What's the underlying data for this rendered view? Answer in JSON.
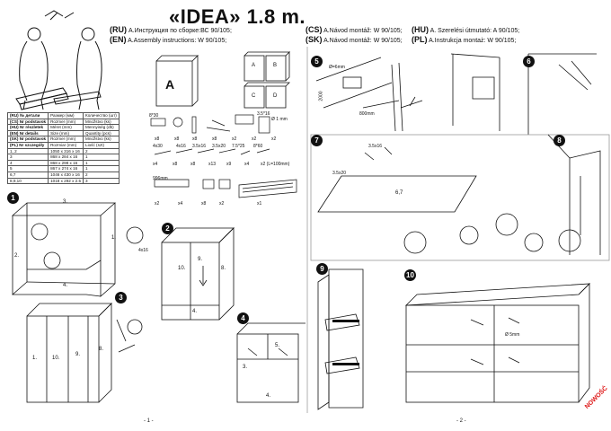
{
  "header": {
    "title": "«IDEA» 1.8 m.",
    "instructions": [
      {
        "code": "(RU)",
        "text": "А.Инструкция по сборке:ВС 90/105;"
      },
      {
        "code": "(CS)",
        "text": "A.Návod montáž: W 90/105;"
      },
      {
        "code": "(HU)",
        "text": "A. Szerelési útmutató: A 90/105;"
      },
      {
        "code": "(EN)",
        "text": "A.Assembly instructions: W 90/105;"
      },
      {
        "code": "(SK)",
        "text": "A.Návod montáž: W 90/105;"
      },
      {
        "code": "(PL)",
        "text": "A.Instrukcja montaż: W 90/105;"
      }
    ]
  },
  "panel_labels": {
    "a_big": "A",
    "a_small": "A",
    "b": "B",
    "c": "C",
    "d": "D"
  },
  "parts_table": {
    "rows": [
      [
        "(RU) № детали",
        "Размер (мм)",
        "Количество (шт)"
      ],
      [
        "(CS) Nr podstavok",
        "Rozmer (mm)",
        "Množstvo (ks)"
      ],
      [
        "(HU) Nr részletek",
        "Méret (mm)",
        "Mennyiség (db)"
      ],
      [
        "(EN) Nr details",
        "Size (mm)",
        "Quantity (pcs)"
      ],
      [
        "(SK) Nr podstavok",
        "Rozmer (mm)",
        "Množstvo (ks)"
      ],
      [
        "(PL) Nr szczegóły",
        "Rozmiar (mm)",
        "Liość (szt)"
      ],
      [
        "1, 2",
        "1050 x 316 x 16",
        "2"
      ],
      [
        "3",
        "868 x 284 x 16",
        "1"
      ],
      [
        "4",
        "868 x 298 x 16",
        "1"
      ],
      [
        "5",
        "867 x 274 x 16",
        "1"
      ],
      [
        "6,7",
        "1046 x 430 x 16",
        "2"
      ],
      [
        "8,9,10",
        "1018 x 292 x 2.5",
        "3"
      ]
    ]
  },
  "hardware": {
    "row1": [
      "x8",
      "x8",
      "x8",
      "x8",
      "x2",
      "x2",
      "x2"
    ],
    "row1_sizes": [
      "8*30",
      "Ø 1 mm",
      "3.5*16"
    ],
    "row2_sizes": [
      "4x30",
      "4x16",
      "3.5x16",
      "3.5x20",
      "7.5*25",
      "8*60",
      "996mm"
    ],
    "row2": [
      "x4",
      "x8",
      "x8",
      "x13",
      "x9",
      "x4",
      "x2 (L=100mm)"
    ],
    "row3": [
      "x2",
      "x4",
      "x8",
      "x2",
      "x1"
    ]
  },
  "steps": {
    "left": [
      "1",
      "2",
      "3",
      "4"
    ],
    "right": [
      "5",
      "6",
      "7",
      "8",
      "9",
      "10"
    ]
  },
  "step_labels": {
    "s1": [
      "3.",
      "2.",
      "1.",
      "4.",
      "4x16"
    ],
    "s2": [
      "10.",
      "9.",
      "8.",
      "4."
    ],
    "s3": [
      "1.",
      "10.",
      "9.",
      "8."
    ],
    "s4": [
      "5.",
      "3.",
      "4."
    ],
    "s5": [
      "Ø=6mm",
      "2000",
      "800mm"
    ],
    "s7": [
      "3.5x16",
      "3.5x20",
      "6,7"
    ],
    "s10": [
      "Ø 5mm"
    ]
  },
  "page_numbers": [
    "- 1 -",
    "- 2 -"
  ],
  "badge": "NOWOŚĆ"
}
